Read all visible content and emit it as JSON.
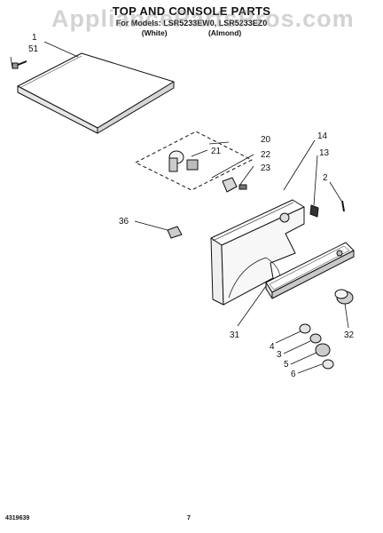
{
  "header": {
    "title": "TOP AND CONSOLE PARTS",
    "models": "For Models: LSR5233EW0, LSR5233EZ0",
    "variant_white": "(White)",
    "variant_almond": "(Almond)"
  },
  "watermark": "AppliancePartsPros.com",
  "callouts": {
    "c1": "1",
    "c51": "51",
    "c20": "20",
    "c21": "21",
    "c22": "22",
    "c23": "23",
    "c14": "14",
    "c13": "13",
    "c2": "2",
    "c36": "36",
    "c31": "31",
    "c32": "32",
    "c4": "4",
    "c3": "3",
    "c5": "5",
    "c6": "6"
  },
  "footer": {
    "doc_number": "4319639",
    "page_number": "7"
  }
}
